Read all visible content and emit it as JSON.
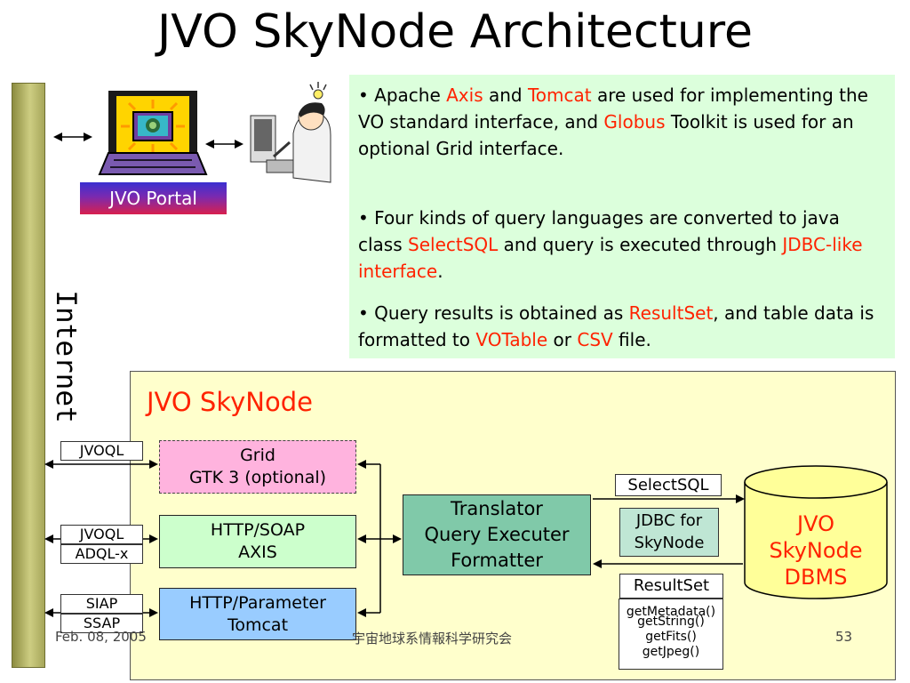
{
  "title": "JVO SkyNode Architecture",
  "internet_label": "Internet",
  "portal": {
    "label": "JVO Portal"
  },
  "notes": {
    "bullet1": {
      "prefix": "• Apache ",
      "axis": "Axis",
      "and": " and ",
      "tomcat": "Tomcat",
      "mid": " are used for implementing the VO standard interface, and ",
      "globus": "Globus",
      "suffix": " Toolkit is used for an optional Grid interface."
    },
    "bullet2": {
      "prefix": "• Four kinds of query languages are converted to java class ",
      "selectsql": "SelectSQL",
      "mid": " and query is executed through ",
      "jdbc": "JDBC-like interface",
      "suffix": "."
    },
    "bullet3": {
      "prefix": "• Query results is obtained as ",
      "resultset": "ResultSet",
      "mid": ", and table data is formatted to ",
      "votable": "VOTable",
      "or": " or ",
      "csv": "CSV",
      "suffix": " file."
    }
  },
  "skynode": {
    "title": "JVO SkyNode",
    "grid": {
      "line1": "Grid",
      "line2": "GTK 3 (optional)"
    },
    "soap": {
      "line1": "HTTP/SOAP",
      "line2": "AXIS"
    },
    "param": {
      "line1": "HTTP/Parameter",
      "line2": "Tomcat"
    },
    "translator": {
      "line1": "Translator",
      "line2": "Query Executer",
      "line3": "Formatter"
    },
    "select_sql": "SelectSQL",
    "jdbc": {
      "line1": "JDBC for",
      "line2": "SkyNode"
    },
    "resultset": "ResultSet",
    "methods": [
      "getMetadata()",
      "getString()",
      "getFits()",
      "getJpeg()"
    ],
    "dbms": {
      "line1": "JVO",
      "line2": "SkyNode",
      "line3": "DBMS"
    }
  },
  "protocol_tags": {
    "grid": "JVOQL",
    "soap": [
      "JVOQL",
      "ADQL-x"
    ],
    "param": [
      "SIAP",
      "SSAP"
    ]
  },
  "footer": {
    "date": "Feb. 08, 2005",
    "org": "宇宙地球系情報科学研究会",
    "page": "53"
  },
  "colors": {
    "highlight": "#ff2200",
    "notes_bg": "#dcffdc",
    "panel_bg": "#ffffcc",
    "grid_box": "#ffb3de",
    "soap_box": "#ccffcc",
    "param_box": "#99ccff",
    "translator_box": "#80c9a9"
  }
}
